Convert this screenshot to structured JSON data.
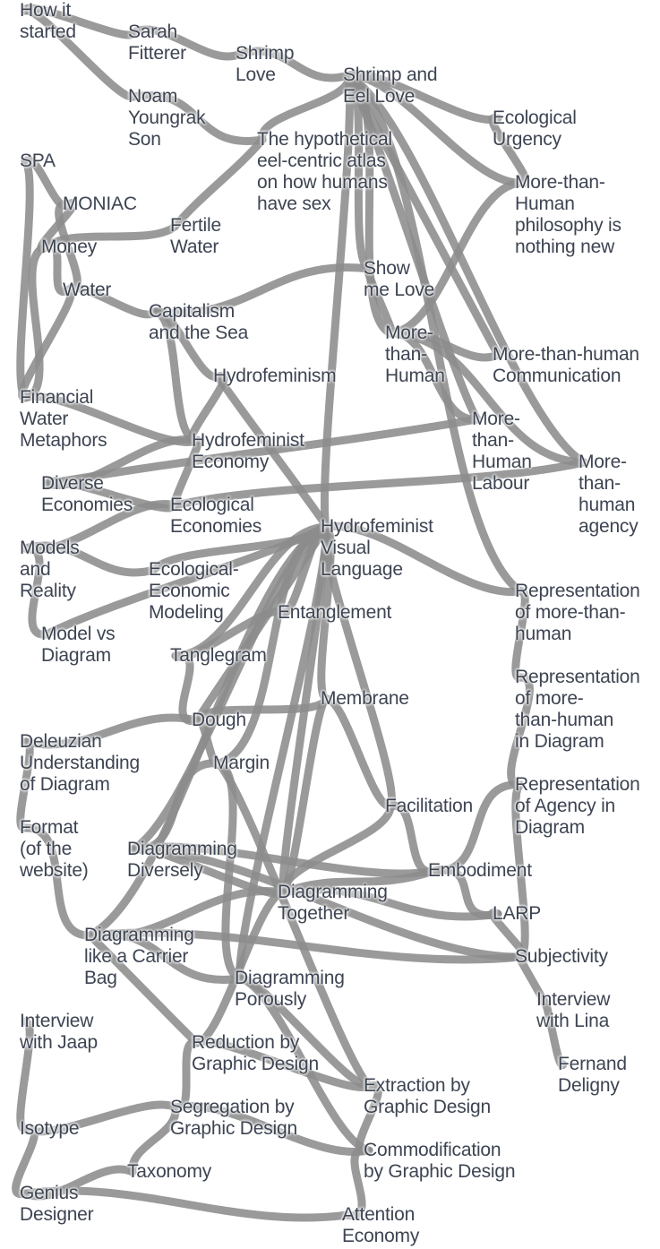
{
  "nodes": [
    {
      "id": "how-it-started",
      "label": "How it\nstarted"
    },
    {
      "id": "sarah-fitterer",
      "label": "Sarah\nFitterer"
    },
    {
      "id": "shrimp-love",
      "label": "Shrimp\nLove"
    },
    {
      "id": "shrimp-and-eel-love",
      "label": "Shrimp and\nEel Love"
    },
    {
      "id": "noam-youngrak-son",
      "label": "Noam\nYoungrak\nSon"
    },
    {
      "id": "ecological-urgency",
      "label": "Ecological\nUrgency"
    },
    {
      "id": "eel-centric-atlas",
      "label": "The hypothetical\neel-centric atlas\non how humans\nhave sex"
    },
    {
      "id": "spa",
      "label": "SPA"
    },
    {
      "id": "more-than-human-philosophy",
      "label": "More-than-\nHuman\nphilosophy is\nnothing new"
    },
    {
      "id": "moniac",
      "label": "MONIAC"
    },
    {
      "id": "fertile-water",
      "label": "Fertile\nWater"
    },
    {
      "id": "money",
      "label": "Money"
    },
    {
      "id": "show-me-love",
      "label": "Show\nme Love"
    },
    {
      "id": "water",
      "label": "Water"
    },
    {
      "id": "capitalism-and-the-sea",
      "label": "Capitalism\nand the Sea"
    },
    {
      "id": "more-than-human",
      "label": "More-\nthan-\nHuman"
    },
    {
      "id": "more-than-human-communication",
      "label": "More-than-human\nCommunication"
    },
    {
      "id": "hydrofeminism",
      "label": "Hydrofeminism"
    },
    {
      "id": "financial-water-metaphors",
      "label": "Financial\nWater\nMetaphors"
    },
    {
      "id": "more-than-human-labour",
      "label": "More-\nthan-\nHuman\nLabour"
    },
    {
      "id": "hydrofeminist-economy",
      "label": "Hydrofeminist\nEconomy"
    },
    {
      "id": "more-than-human-agency",
      "label": "More-\nthan-\nhuman\nagency"
    },
    {
      "id": "diverse-economies",
      "label": "Diverse\nEconomies"
    },
    {
      "id": "ecological-economies",
      "label": "Ecological\nEconomies"
    },
    {
      "id": "hydrofeminist-visual-language",
      "label": "Hydrofeminist\nVisual\nLanguage"
    },
    {
      "id": "models-and-reality",
      "label": "Models\nand\nReality"
    },
    {
      "id": "ecological-economic-modeling",
      "label": "Ecological-\nEconomic\nModeling"
    },
    {
      "id": "representation-mth",
      "label": "Representation\nof more-than-\nhuman"
    },
    {
      "id": "entanglement",
      "label": "Entanglement"
    },
    {
      "id": "model-vs-diagram",
      "label": "Model vs\nDiagram"
    },
    {
      "id": "tanglegram",
      "label": "Tanglegram"
    },
    {
      "id": "representation-mth-diagram",
      "label": "Representation\nof more-\nthan-human\nin Diagram"
    },
    {
      "id": "membrane",
      "label": "Membrane"
    },
    {
      "id": "dough",
      "label": "Dough"
    },
    {
      "id": "deleuzian-understanding",
      "label": "Deleuzian\nUnderstanding\nof Diagram"
    },
    {
      "id": "margin",
      "label": "Margin"
    },
    {
      "id": "representation-agency",
      "label": "Representation\nof Agency in\nDiagram"
    },
    {
      "id": "facilitation",
      "label": "Facilitation"
    },
    {
      "id": "format-website",
      "label": "Format\n(of the\nwebsite)"
    },
    {
      "id": "diagramming-diversely",
      "label": "Diagramming\nDiversely"
    },
    {
      "id": "embodiment",
      "label": "Embodiment"
    },
    {
      "id": "diagramming-together",
      "label": "Diagramming\nTogether"
    },
    {
      "id": "larp",
      "label": "LARP"
    },
    {
      "id": "diagramming-carrier-bag",
      "label": "Diagramming\nlike a Carrier\nBag"
    },
    {
      "id": "subjectivity",
      "label": "Subjectivity"
    },
    {
      "id": "diagramming-porously",
      "label": "Diagramming\nPorously"
    },
    {
      "id": "interview-with-lina",
      "label": "Interview\nwith Lina"
    },
    {
      "id": "interview-with-jaap",
      "label": "Interview\nwith Jaap"
    },
    {
      "id": "reduction-graphic-design",
      "label": "Reduction by\nGraphic Design"
    },
    {
      "id": "fernand-deligny",
      "label": "Fernand\nDeligny"
    },
    {
      "id": "extraction-graphic-design",
      "label": "Extraction by\nGraphic Design"
    },
    {
      "id": "segregation-graphic-design",
      "label": "Segregation by\nGraphic Design"
    },
    {
      "id": "isotype",
      "label": "Isotype"
    },
    {
      "id": "commodification-graphic-design",
      "label": "Commodification\nby Graphic Design"
    },
    {
      "id": "taxonomy",
      "label": "Taxonomy"
    },
    {
      "id": "genius-designer",
      "label": "Genius\nDesigner"
    },
    {
      "id": "attention-economy",
      "label": "Attention\nEconomy"
    }
  ],
  "links": [
    [
      "how-it-started",
      "sarah-fitterer"
    ],
    [
      "how-it-started",
      "noam-youngrak-son"
    ],
    [
      "sarah-fitterer",
      "shrimp-love"
    ],
    [
      "shrimp-love",
      "shrimp-and-eel-love"
    ],
    [
      "noam-youngrak-son",
      "eel-centric-atlas"
    ],
    [
      "eel-centric-atlas",
      "shrimp-and-eel-love"
    ],
    [
      "shrimp-and-eel-love",
      "ecological-urgency"
    ],
    [
      "shrimp-and-eel-love",
      "more-than-human-philosophy"
    ],
    [
      "shrimp-and-eel-love",
      "show-me-love"
    ],
    [
      "shrimp-and-eel-love",
      "more-than-human"
    ],
    [
      "shrimp-and-eel-love",
      "more-than-human-communication"
    ],
    [
      "shrimp-and-eel-love",
      "more-than-human-labour"
    ],
    [
      "shrimp-and-eel-love",
      "more-than-human-agency"
    ],
    [
      "shrimp-and-eel-love",
      "hydrofeminist-visual-language"
    ],
    [
      "shrimp-and-eel-love",
      "representation-mth"
    ],
    [
      "ecological-urgency",
      "more-than-human-philosophy"
    ],
    [
      "more-than-human-philosophy",
      "more-than-human"
    ],
    [
      "more-than-human",
      "more-than-human-communication"
    ],
    [
      "more-than-human",
      "more-than-human-labour"
    ],
    [
      "more-than-human",
      "more-than-human-agency"
    ],
    [
      "show-me-love",
      "capitalism-and-the-sea"
    ],
    [
      "show-me-love",
      "more-than-human"
    ],
    [
      "spa",
      "moniac"
    ],
    [
      "spa",
      "financial-water-metaphors"
    ],
    [
      "moniac",
      "money"
    ],
    [
      "moniac",
      "water"
    ],
    [
      "money",
      "fertile-water"
    ],
    [
      "fertile-water",
      "eel-centric-atlas"
    ],
    [
      "money",
      "water"
    ],
    [
      "water",
      "financial-water-metaphors"
    ],
    [
      "money",
      "financial-water-metaphors"
    ],
    [
      "water",
      "capitalism-and-the-sea"
    ],
    [
      "capitalism-and-the-sea",
      "hydrofeminism"
    ],
    [
      "capitalism-and-the-sea",
      "hydrofeminist-economy"
    ],
    [
      "hydrofeminism",
      "hydrofeminist-economy"
    ],
    [
      "hydrofeminism",
      "hydrofeminist-visual-language"
    ],
    [
      "financial-water-metaphors",
      "hydrofeminist-economy"
    ],
    [
      "hydrofeminist-economy",
      "diverse-economies"
    ],
    [
      "hydrofeminist-economy",
      "ecological-economies"
    ],
    [
      "diverse-economies",
      "more-than-human-labour"
    ],
    [
      "diverse-economies",
      "ecological-economies"
    ],
    [
      "ecological-economies",
      "more-than-human-agency"
    ],
    [
      "ecological-economies",
      "models-and-reality"
    ],
    [
      "models-and-reality",
      "ecological-economic-modeling"
    ],
    [
      "models-and-reality",
      "model-vs-diagram"
    ],
    [
      "ecological-economic-modeling",
      "hydrofeminist-visual-language"
    ],
    [
      "model-vs-diagram",
      "hydrofeminist-visual-language"
    ],
    [
      "hydrofeminist-visual-language",
      "entanglement"
    ],
    [
      "hydrofeminist-visual-language",
      "membrane"
    ],
    [
      "hydrofeminist-visual-language",
      "dough"
    ],
    [
      "hydrofeminist-visual-language",
      "margin"
    ],
    [
      "hydrofeminist-visual-language",
      "tanglegram"
    ],
    [
      "hydrofeminist-visual-language",
      "representation-mth"
    ],
    [
      "hydrofeminist-visual-language",
      "diagramming-together"
    ],
    [
      "hydrofeminist-visual-language",
      "diagramming-porously"
    ],
    [
      "hydrofeminist-visual-language",
      "facilitation"
    ],
    [
      "hydrofeminist-visual-language",
      "diagramming-carrier-bag"
    ],
    [
      "hydrofeminist-visual-language",
      "diagramming-diversely"
    ],
    [
      "entanglement",
      "tanglegram"
    ],
    [
      "tanglegram",
      "dough"
    ],
    [
      "dough",
      "membrane"
    ],
    [
      "dough",
      "deleuzian-understanding"
    ],
    [
      "dough",
      "margin"
    ],
    [
      "deleuzian-understanding",
      "format-website"
    ],
    [
      "format-website",
      "diagramming-carrier-bag"
    ],
    [
      "diagramming-diversely",
      "diagramming-together"
    ],
    [
      "diagramming-diversely",
      "embodiment"
    ],
    [
      "diagramming-diversely",
      "subjectivity"
    ],
    [
      "diagramming-together",
      "embodiment"
    ],
    [
      "diagramming-together",
      "larp"
    ],
    [
      "diagramming-together",
      "facilitation"
    ],
    [
      "diagramming-together",
      "diagramming-carrier-bag"
    ],
    [
      "diagramming-together",
      "reduction-graphic-design"
    ],
    [
      "diagramming-carrier-bag",
      "subjectivity"
    ],
    [
      "diagramming-carrier-bag",
      "diagramming-porously"
    ],
    [
      "diagramming-carrier-bag",
      "reduction-graphic-design"
    ],
    [
      "diagramming-porously",
      "extraction-graphic-design"
    ],
    [
      "diagramming-porously",
      "commodification-graphic-design"
    ],
    [
      "representation-mth",
      "representation-mth-diagram"
    ],
    [
      "representation-mth-diagram",
      "representation-agency"
    ],
    [
      "representation-agency",
      "embodiment"
    ],
    [
      "representation-agency",
      "subjectivity"
    ],
    [
      "membrane",
      "facilitation"
    ],
    [
      "facilitation",
      "embodiment"
    ],
    [
      "embodiment",
      "larp"
    ],
    [
      "larp",
      "subjectivity"
    ],
    [
      "subjectivity",
      "interview-with-lina"
    ],
    [
      "interview-with-lina",
      "fernand-deligny"
    ],
    [
      "interview-with-jaap",
      "isotype"
    ],
    [
      "isotype",
      "genius-designer"
    ],
    [
      "reduction-graphic-design",
      "extraction-graphic-design"
    ],
    [
      "reduction-graphic-design",
      "segregation-graphic-design"
    ],
    [
      "segregation-graphic-design",
      "commodification-graphic-design"
    ],
    [
      "segregation-graphic-design",
      "isotype"
    ],
    [
      "extraction-graphic-design",
      "commodification-graphic-design"
    ],
    [
      "commodification-graphic-design",
      "attention-economy"
    ],
    [
      "taxonomy",
      "segregation-graphic-design"
    ],
    [
      "taxonomy",
      "genius-designer"
    ],
    [
      "genius-designer",
      "attention-economy"
    ],
    [
      "margin",
      "diagramming-porously"
    ],
    [
      "margin",
      "diagramming-diversely"
    ],
    [
      "margin",
      "extraction-graphic-design"
    ],
    [
      "membrane",
      "diagramming-together"
    ]
  ]
}
